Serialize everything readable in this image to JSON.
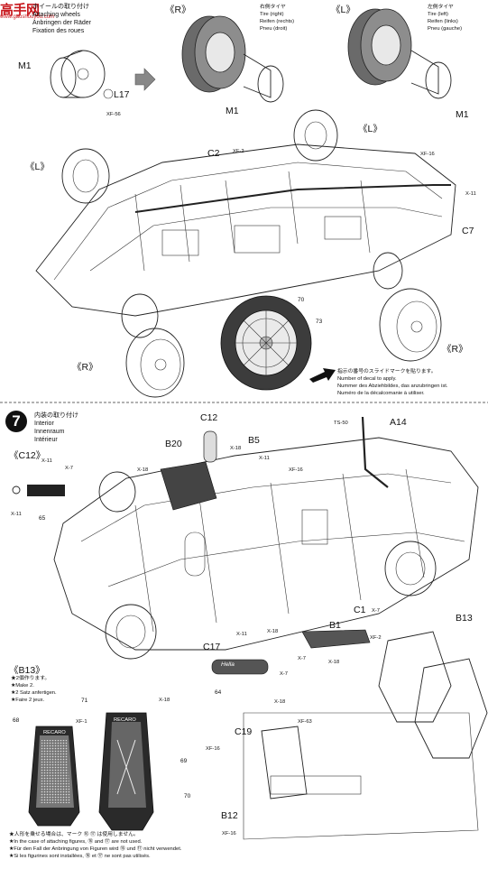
{
  "watermark": {
    "brand": "高手",
    "mid": "网",
    "url": "www.gaoshouyou.com"
  },
  "step6": {
    "title_jp": "ホイールの取り付け",
    "title_en": "Attaching wheels",
    "title_de": "Anbringen der Räder",
    "title_fr": "Fixation des roues",
    "parts": {
      "m1_a": "M1",
      "l17": "L17",
      "xf56": "XF-56",
      "m1_b": "M1",
      "m1_c": "M1",
      "c2": "C2",
      "xf2_a": "XF-2",
      "xf16_a": "XF-16",
      "x11_a": "X-11",
      "c7": "C7"
    },
    "right_label": "《R》",
    "left_label": "《L》",
    "left_label_2": "《L》",
    "left_label_3": "《L》",
    "right_label_2": "《R》",
    "right_label_3": "《R》",
    "tire_right": {
      "jp": "右側タイヤ",
      "en": "Tire (right)",
      "de": "Reifen (rechts)",
      "fr": "Pneu (droit)"
    },
    "tire_left": {
      "jp": "左側タイヤ",
      "en": "Tire (left)",
      "de": "Reifen (links)",
      "fr": "Pneu (gauche)"
    },
    "decal_70": "70",
    "decal_73": "73",
    "decal_note": {
      "jp": "指示の番号のスライドマークを貼ります。",
      "en": "Number of decal to apply.",
      "de": "Nummer des Abziehbildes, das anzubringen ist.",
      "fr": "Numéro de la décalcomanie à utiliser."
    }
  },
  "step7": {
    "number": "7",
    "title_jp": "内装の取り付け",
    "title_en": "Interior",
    "title_de": "Innenraum",
    "title_fr": "Intérieur",
    "parts": {
      "c12": "C12",
      "c12_bracket": "《C12》",
      "x11_a": "X-11",
      "x7_a": "X-7",
      "x11_b": "X-11",
      "decal_65": "65",
      "c12_top": "C12",
      "b20": "B20",
      "x18_a": "X-18",
      "b5": "B5",
      "x11_c": "X-11",
      "x18_b": "X-18",
      "xf16_b": "XF-16",
      "ts50": "TS-50",
      "a14": "A14",
      "c1": "C1",
      "x7_b": "X-7",
      "x18_c": "X-18",
      "c17": "C17",
      "x11_d": "X-11",
      "x7_c": "X-7",
      "decal_64": "64",
      "b1": "B1",
      "xf2_b": "XF-2",
      "x7_d": "X-7",
      "x18_d": "X-18",
      "b13": "B13",
      "b13_bracket": "《B13》",
      "x18_e": "X-18",
      "c19": "C19",
      "xf63": "XF-63",
      "xf16_c": "XF-16",
      "b12": "B12",
      "xf16_d": "XF-16",
      "xf1": "XF-1",
      "x18_f": "X-18",
      "d71": "71",
      "d68": "68",
      "d69": "69",
      "d70": "70"
    },
    "c17_logo": "Hella",
    "make2": {
      "jp": "★2個作ります。",
      "en": "★Make 2.",
      "de": "★2 Satz anfertigen.",
      "fr": "★Faire 2 jeux."
    },
    "figures_note": {
      "jp": "★人形を乗せる場合は、マーク ⑯ ⑰ は使用しません。",
      "en": "★In the case of attaching figures, ⑯ and ⑰ are not used.",
      "de": "★Für den Fall der Anbringung von Figuren wird ⑯ und ⑰ nicht verwendet.",
      "fr": "★Si les figurines sont installées, ⑯ et ⑰ ne sont pas utilisés."
    },
    "seat_logo": "RECARO"
  }
}
